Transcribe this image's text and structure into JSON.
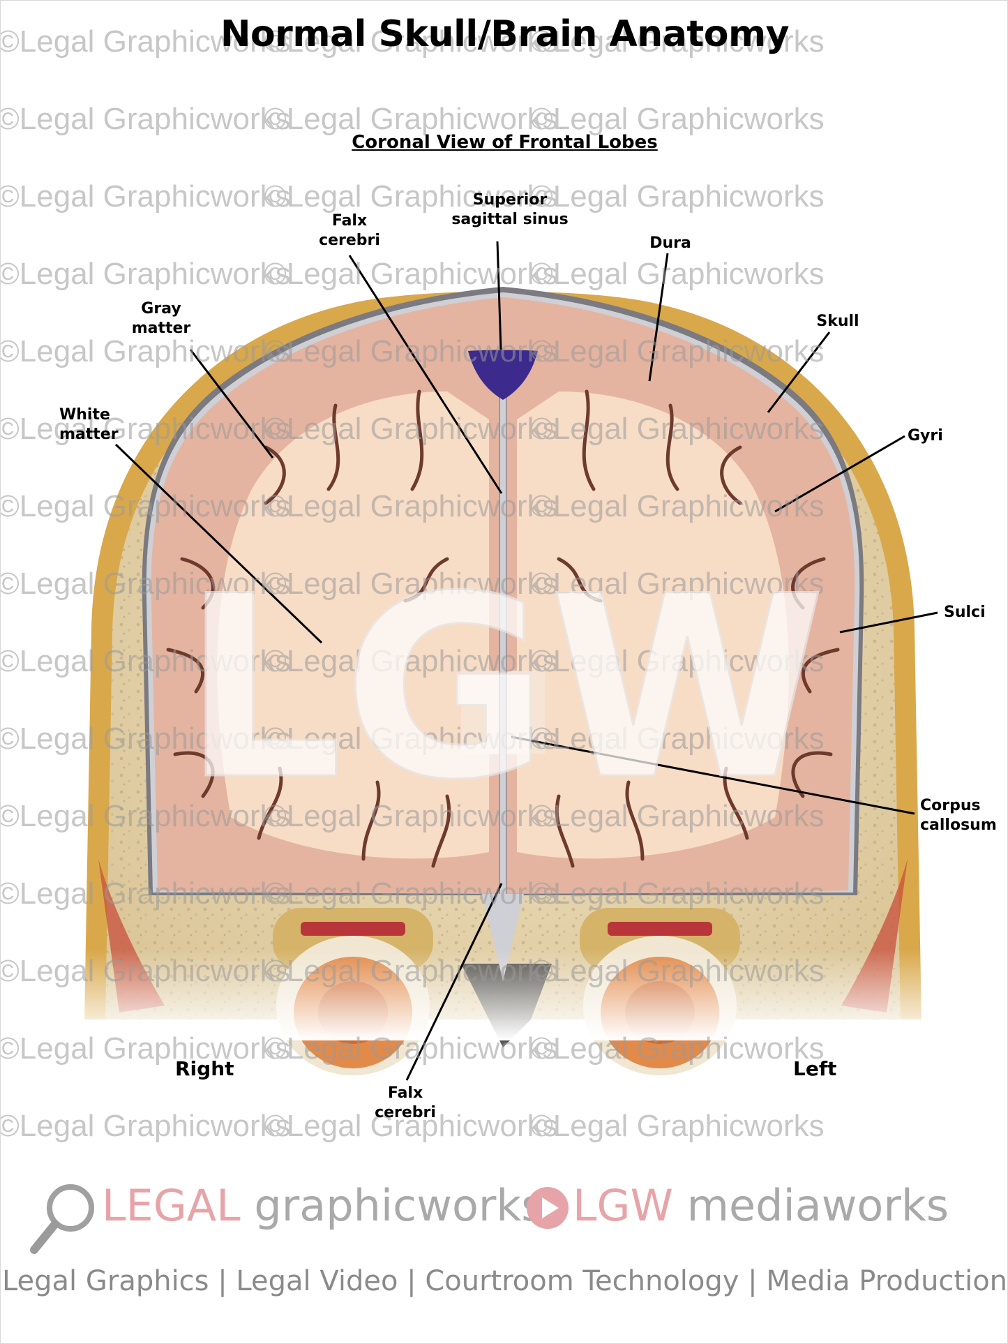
{
  "title": "Normal Skull/Brain Anatomy",
  "subtitle": "Coronal View of Frontal Lobes",
  "watermark_text": "©Legal Graphicworks",
  "watermark_logo": "LGW",
  "labels": {
    "superior_sagittal_sinus_l1": "Superior",
    "superior_sagittal_sinus_l2": "sagittal sinus",
    "falx_top_l1": "Falx",
    "falx_top_l2": "cerebri",
    "dura": "Dura",
    "skull": "Skull",
    "gray_l1": "Gray",
    "gray_l2": "matter",
    "white_l1": "White",
    "white_l2": "matter",
    "gyri": "Gyri",
    "sulci": "Sulci",
    "corpus_l1": "Corpus",
    "corpus_l2": "callosum",
    "falx_bottom_l1": "Falx",
    "falx_bottom_l2": "cerebri",
    "right": "Right",
    "left": "Left"
  },
  "footer": {
    "brand1_a": "LEGAL",
    "brand1_b": " graphicworks",
    "brand2_a": "LGW",
    "brand2_b": " mediaworks",
    "tagline": "Legal Graphics | Legal Video | Courtroom Technology | Media Production"
  },
  "colors": {
    "scalp": "#d9a84a",
    "skull_bone": "#ecdcb6",
    "dura_gray": "#7a7a80",
    "gray_matter": "#e4b4a0",
    "white_matter": "#f7dcc6",
    "sulcus": "#6e3a2e",
    "sinus": "#3c2a8c",
    "accent_pink": "#e7a4a8"
  }
}
